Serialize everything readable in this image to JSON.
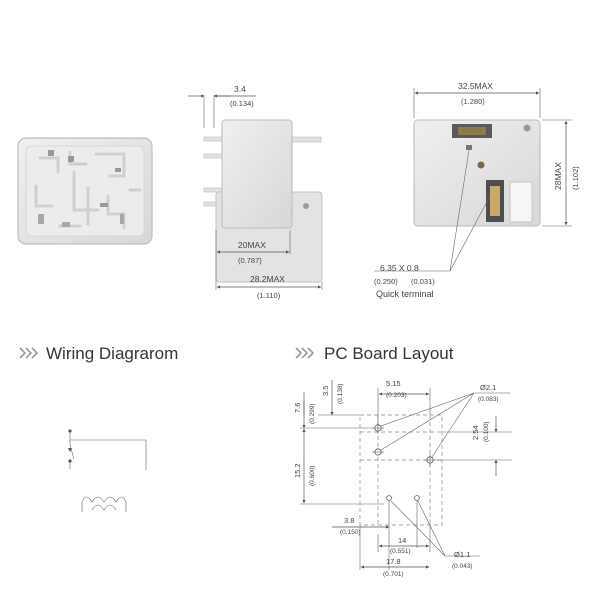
{
  "top_view": {
    "dim_width": "3.4",
    "dim_width_in": "(0.134)",
    "dim_depth": "20MAX",
    "dim_depth_in": "(0.787)",
    "dim_length": "28.2MAX",
    "dim_length_in": "(1.110)"
  },
  "end_view": {
    "dim_width": "32.5MAX",
    "dim_width_in": "(1.280)",
    "dim_height": "28MAX",
    "dim_height_in": "(1.102)",
    "terminal_size": "6.35 X 0.8",
    "terminal_size_mm_w": "(0.250)",
    "terminal_size_mm_t": "(0.031)",
    "terminal_label": "Quick terminal"
  },
  "wiring": {
    "title": "Wiring Diagrarom"
  },
  "pcb": {
    "title": "PC Board Layout",
    "d_3_5": "3.5",
    "d_3_5_in": "(0.138)",
    "d_7_6": "7.6",
    "d_7_6_in": "(0.299)",
    "d_5_15": "5.15",
    "d_5_15_in": "(0.203)",
    "d_2_1": "Ø2.1",
    "d_2_1_in": "(0.083)",
    "d_2_54": "2.54",
    "d_2_54_in": "(0.100)",
    "d_15_2": "15.2",
    "d_15_2_in": "(0.600)",
    "d_3_8": "3.8",
    "d_3_8_in": "(0.150)",
    "d_14": "14",
    "d_14_in": "(0.551)",
    "d_1_1": "Ø1.1",
    "d_1_1_in": "(0.043)",
    "d_17_8": "17.8",
    "d_17_8_in": "(0.701)"
  },
  "colors": {
    "body": "#e6e6e6",
    "body_edge": "#bdbdbd",
    "line": "#555555"
  }
}
